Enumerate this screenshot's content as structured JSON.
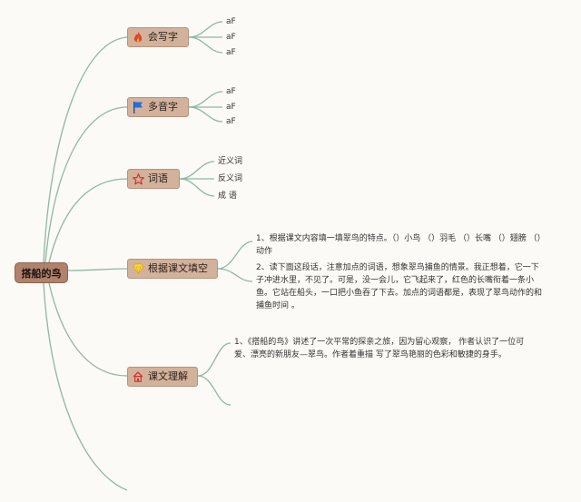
{
  "root": {
    "label": "搭船的鸟"
  },
  "branches": [
    {
      "label": "会写字",
      "icon": "fire-icon",
      "leaves": [
        "aF",
        "aF",
        "aF"
      ]
    },
    {
      "label": "多音字",
      "icon": "flag-icon",
      "leaves": [
        "aF",
        "aF",
        "aF"
      ]
    },
    {
      "label": "词语",
      "icon": "star-icon",
      "leaves": [
        "近义词",
        "反义词",
        "成 语"
      ]
    },
    {
      "label": "根据课文填空",
      "icon": "diamond-icon",
      "paras": [
        "1、根据课文内容填一填翠鸟的特点。（）小鸟 （）羽毛 （）长嘴 （）翅膀 （）动作",
        "2、读下面这段话，注意加点的词语，想象翠鸟捕鱼的情景。我正想着，它一下子冲进水里，不见了。可是，没一会儿，它飞起来了，红色的长嘴衔着一条小鱼。它站在船头，一口把小鱼吞了下去。加点的词语都是，表现了翠鸟动作的和捕鱼时间 。"
      ]
    },
    {
      "label": "课文理解",
      "icon": "house-icon",
      "paras": [
        "1、《搭船的鸟》讲述了一次平常的探亲之旅，因为留心观察， 作者认识了一位可爱、漂亮的新朋友—翠鸟。作者着重描 写了翠鸟艳丽的色彩和敏捷的身手。"
      ]
    }
  ],
  "colors": {
    "line": "#8fb7a0",
    "node_fill": "#d3b29c",
    "root_fill": "#b0826e"
  }
}
